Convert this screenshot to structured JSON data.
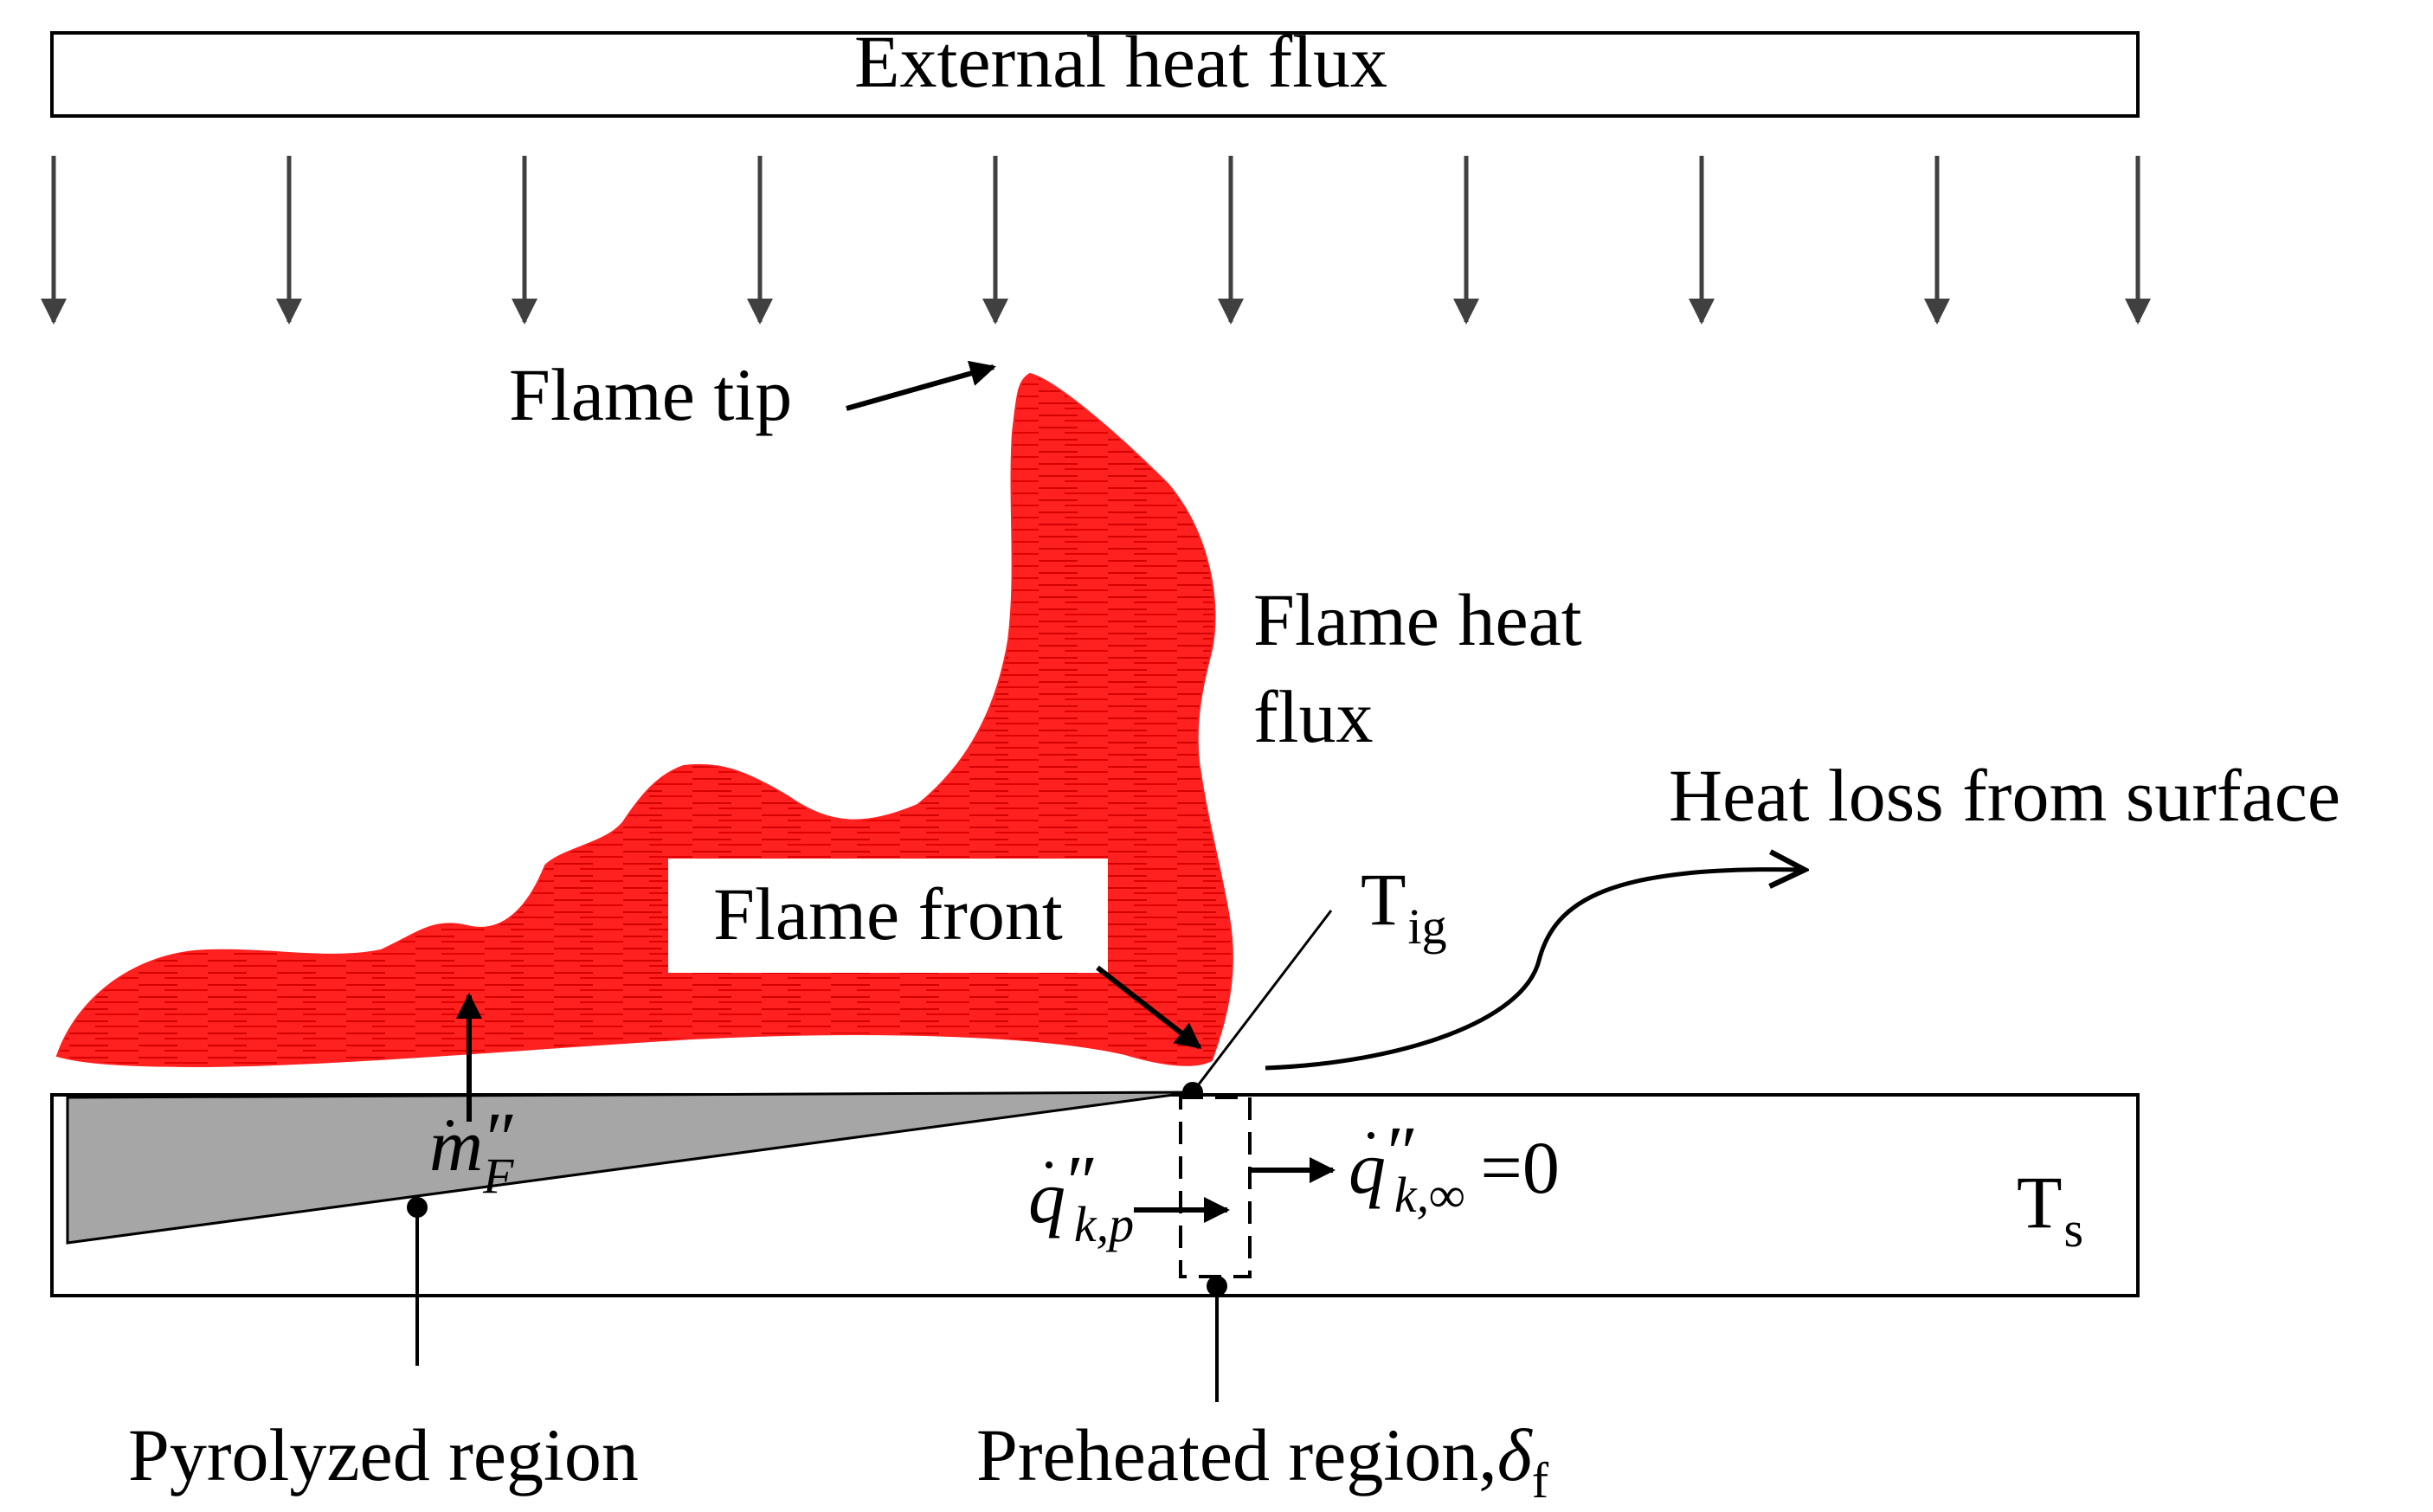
{
  "colors": {
    "flame": "#ff2020",
    "flame_stripe": "#c80000",
    "pyrolyzed": "#a6a6a6",
    "stroke": "#000000",
    "arrow_gray": "#404040",
    "background": "#ffffff"
  },
  "labels": {
    "external_heat_flux": "External heat flux",
    "flame_tip": "Flame tip",
    "flame_heat_flux_line1": "Flame heat",
    "flame_heat_flux_line2": "flux",
    "heat_loss": "Heat loss from surface",
    "flame_front": "Flame front",
    "t_ig_main": "T",
    "t_ig_sub": "ig",
    "t_s_main": "T",
    "t_s_sub": "s",
    "mdot_main": "m",
    "mdot_prime": "″",
    "mdot_sub": "F",
    "qkp_main": "q",
    "qkp_prime": "″",
    "qkp_sub": "k,p",
    "qkinf_main": "q",
    "qkinf_prime": "″",
    "qkinf_sub": "k,∞",
    "qkinf_eq": "=0",
    "pyrolyzed_region": "Pyrolyzed region",
    "preheated_region": "Preheated region,",
    "delta_main": "δ",
    "delta_sub": "f"
  },
  "icons": {
    "external_flux_arrows": "down-arrow-icon",
    "flame": "flame-shape"
  }
}
